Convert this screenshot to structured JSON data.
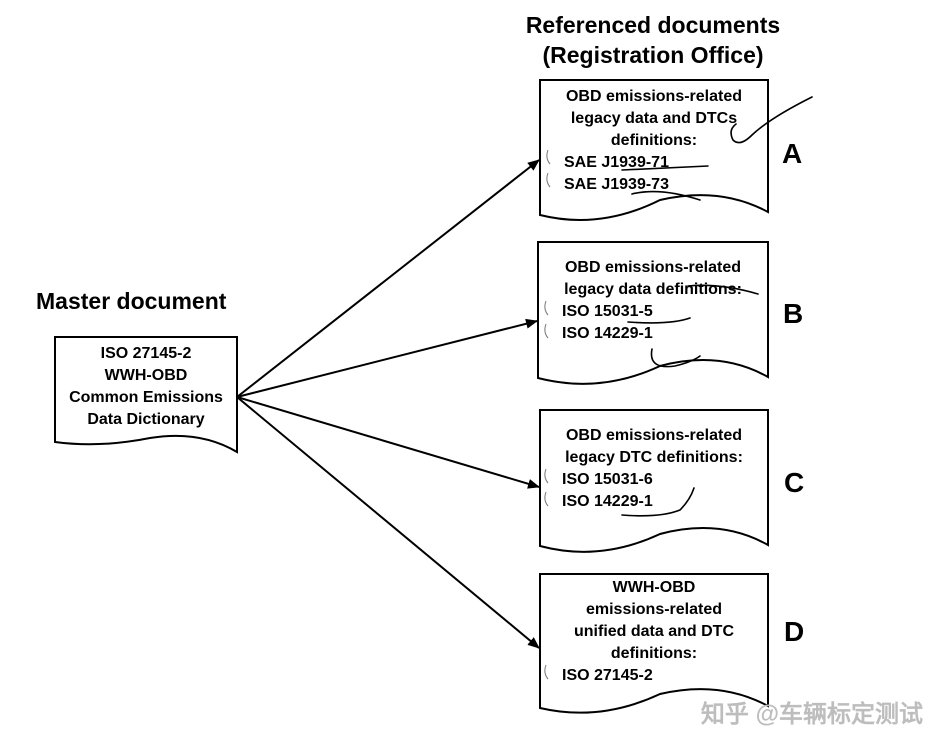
{
  "headings": {
    "referenced": [
      "Referenced documents",
      "(Registration Office)"
    ],
    "master": "Master document"
  },
  "master_doc": {
    "lines": [
      "ISO 27145-2",
      "WWH-OBD",
      "Common Emissions",
      "Data Dictionary"
    ]
  },
  "referenced_docs": [
    {
      "label": "A",
      "lines": [
        "OBD emissions-related",
        "legacy data and DTCs",
        "definitions:"
      ],
      "standards": [
        "SAE J1939-71",
        "SAE J1939-73"
      ]
    },
    {
      "label": "B",
      "lines": [
        "OBD emissions-related",
        "legacy data definitions:"
      ],
      "standards": [
        "ISO 15031-5",
        "ISO 14229-1"
      ]
    },
    {
      "label": "C",
      "lines": [
        "OBD emissions-related",
        "legacy DTC definitions:"
      ],
      "standards": [
        "ISO 15031-6",
        "ISO 14229-1"
      ]
    },
    {
      "label": "D",
      "lines": [
        "WWH-OBD",
        "emissions-related",
        "unified data and DTC",
        "definitions:"
      ],
      "standards": [
        "ISO 27145-2"
      ]
    }
  ],
  "watermark": "知乎 @车辆标定测试"
}
